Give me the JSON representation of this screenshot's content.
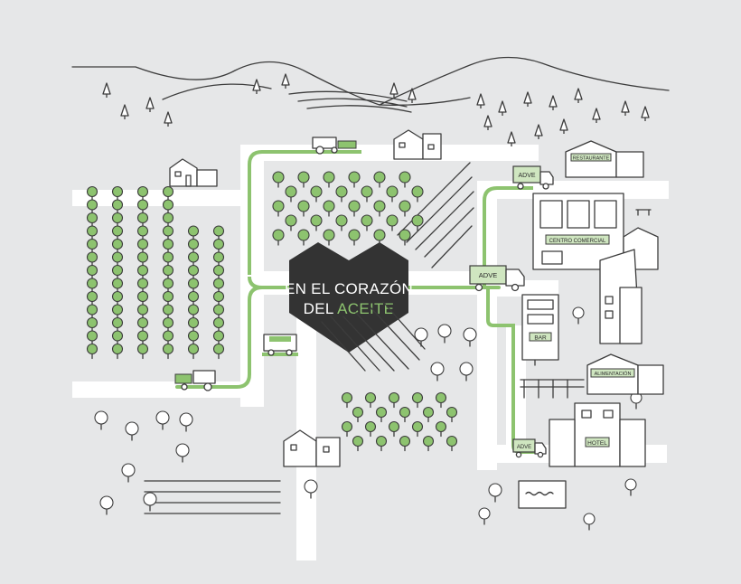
{
  "headline": {
    "line1": "EN EL CORAZÓN",
    "line2_prefix": "DEL ",
    "line2_accent": "ACEITE",
    "accent_color": "#8dc36f",
    "heart_color": "#333333"
  },
  "labels": {
    "restaurante": "RESTAURANTE",
    "centro_comercial": "CENTRO COMERCIAL",
    "bar": "BAR",
    "alimentacion": "ALIMENTACIÓN",
    "hotel": "HOTEL",
    "truck_1": "ADVE",
    "truck_2": "ADVE",
    "truck_3": "ADVE"
  },
  "colors": {
    "background": "#e6e7e8",
    "road": "#ffffff",
    "route": "#8dc36f",
    "outline": "#3c3c3c",
    "label_fill": "#cfe6c0"
  }
}
